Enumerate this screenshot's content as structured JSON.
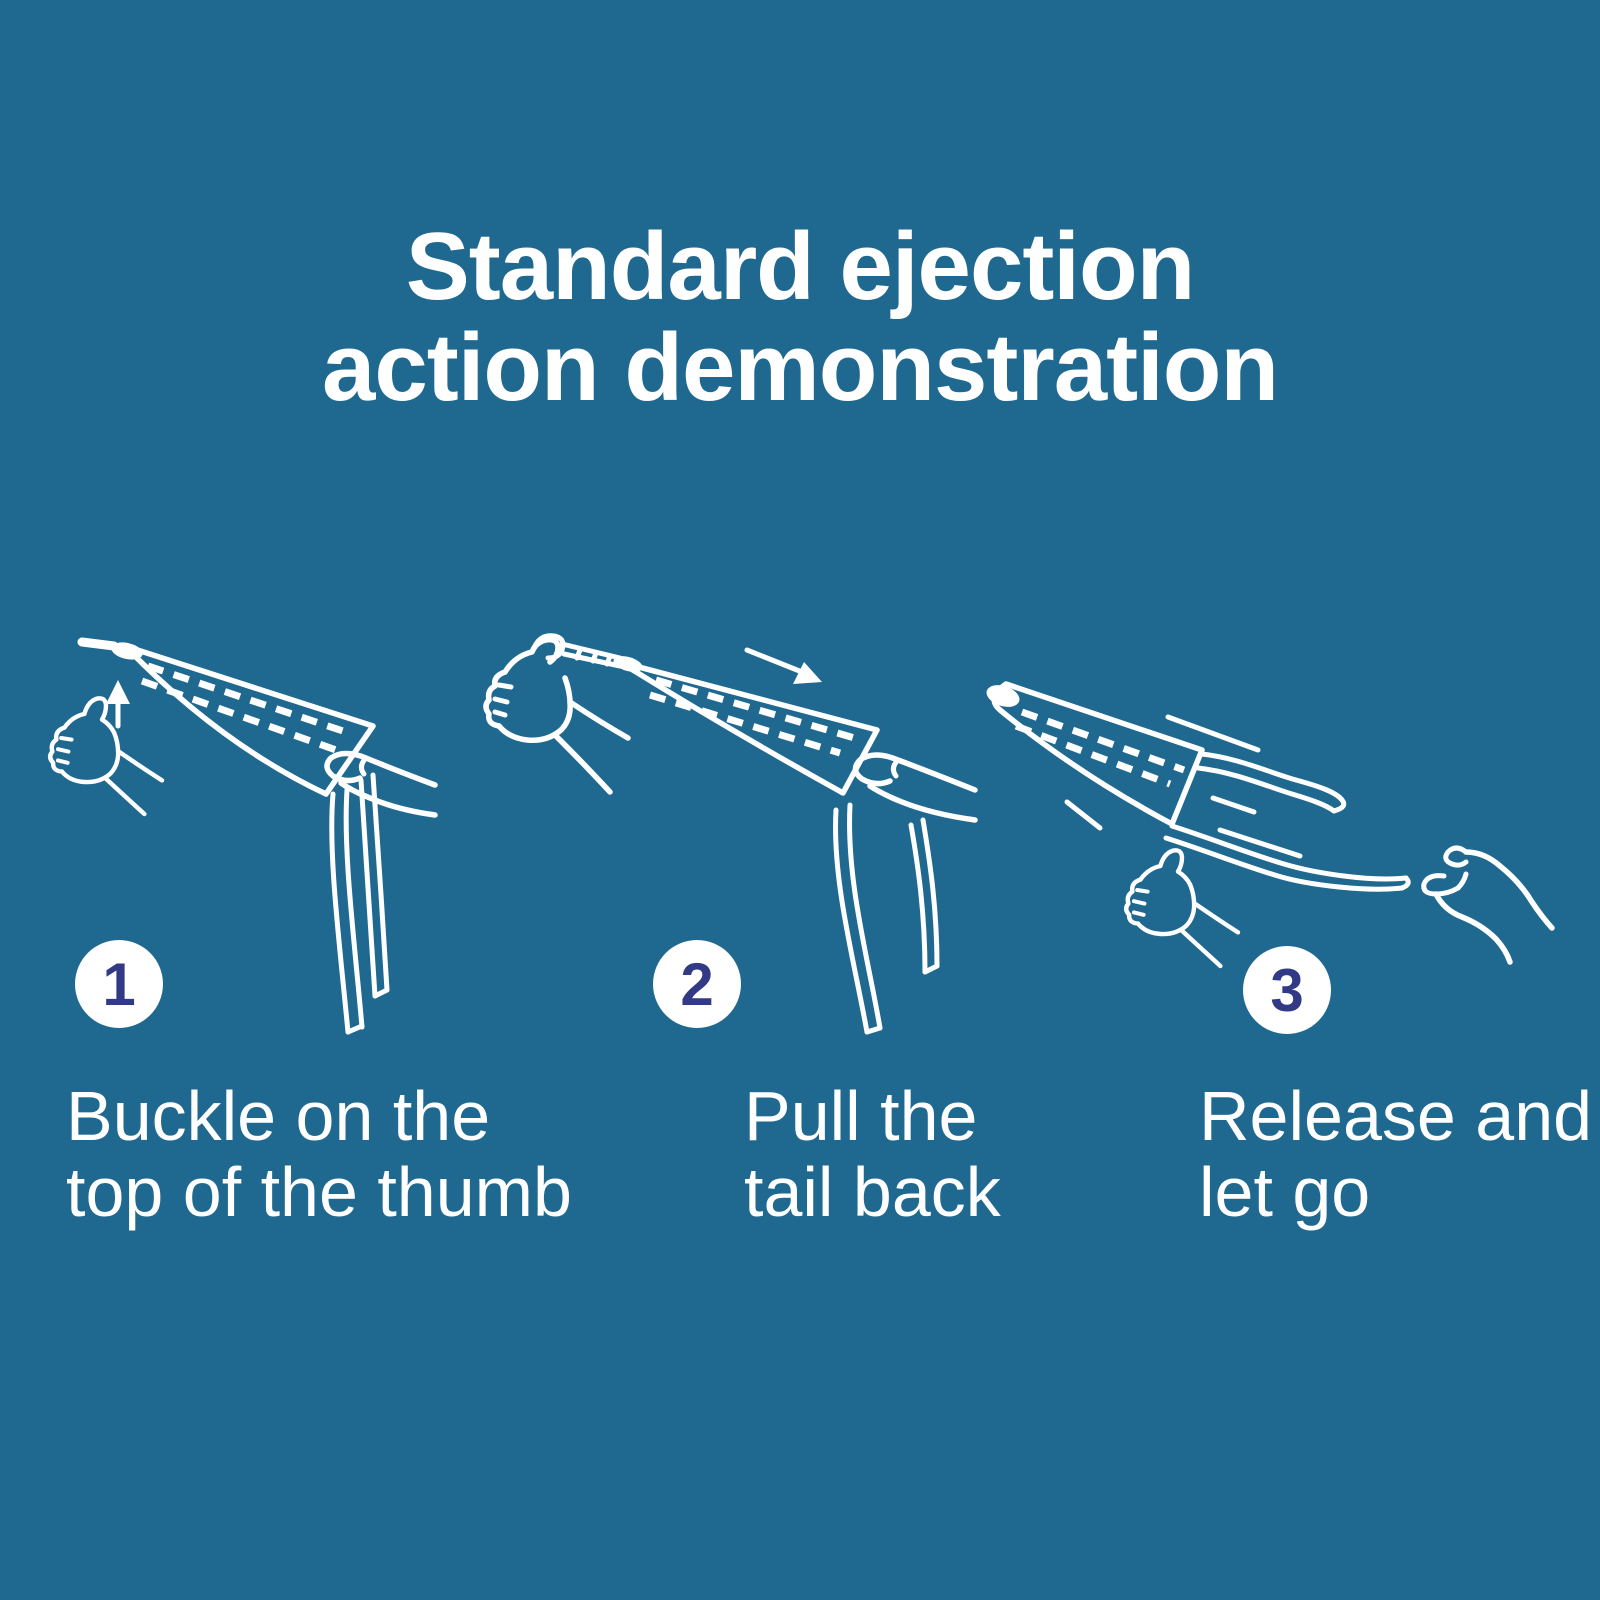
{
  "page": {
    "background_color": "#1F6990",
    "text_color": "#ffffff",
    "step_number_color": "#323A86",
    "badge_background_color": "#ffffff",
    "artwork_line_color": "#ffffff"
  },
  "title": {
    "line1": "Standard ejection",
    "line2": "action demonstration"
  },
  "steps": [
    {
      "number": "1",
      "caption_line1": "Buckle on the",
      "caption_line2": "top of the thumb",
      "illustration": "rocket hooked over upraised thumb, second hand holding tail straps",
      "icons": [
        "thumbs-up-hand-icon",
        "up-arrow-icon",
        "rocket-icon",
        "tail-straps-icon",
        "grab-hand-icon"
      ]
    },
    {
      "number": "2",
      "caption_line1": "Pull the",
      "caption_line2": "tail back",
      "illustration": "fist holding band loop while other hand stretches rocket tail back",
      "icons": [
        "grip-fist-hand-icon",
        "stretched-band-icon",
        "pull-direction-arrow-icon",
        "rocket-icon",
        "tail-straps-icon",
        "pulling-hand-icon"
      ]
    },
    {
      "number": "3",
      "caption_line1": "Release and",
      "caption_line2": "let go",
      "illustration": "rocket flying away with speed lines after both hands release",
      "icons": [
        "rocket-icon",
        "speed-lines-icon",
        "tail-straps-icon",
        "thumbs-up-hand-icon",
        "open-release-hand-icon"
      ]
    }
  ]
}
